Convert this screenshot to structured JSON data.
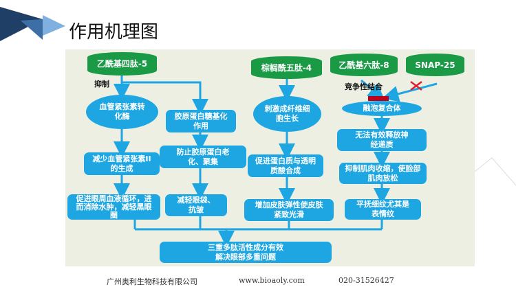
{
  "title": "作用机理图",
  "flow": {
    "p1": "乙酰基四肽-5",
    "inhibit": "抑制",
    "ace": "血管紧张素转化酶",
    "glyc": "胶原蛋白糖基化作用",
    "prevent": "防止胶原蛋白老化、聚集",
    "reduce": "减少血管紧张素II的生成",
    "circ": "促进眼周血液循环，进而消除水肿，减轻黑眼圈",
    "bags": "减轻眼袋、抗皱",
    "p2": "棕榈酰五肽-4",
    "stim": "刺激成纤维细胞生长",
    "synth": "促进蛋白质与透明质酸合成",
    "elastic": "增加皮肤弹性使皮肤紧致光滑",
    "p3": "乙酰基六肽-8",
    "snap": "SNAP-25",
    "compete": "竞争性结合",
    "fusion": "融泡复合体",
    "release": "无法有效释放神经递质",
    "muscle": "抑制肌肉收缩，使脸部肌肉放松",
    "wrinkle": "平抚细纹尤其是表情纹",
    "final": "三重多肽活性成分有效解决眼部多重问题"
  },
  "footer": {
    "company": "广州奥利生物科技有限公司",
    "website": "www.bioaoly.com",
    "phone": "020-31526427"
  },
  "colors": {
    "green": "#1a9a45",
    "blue": "#1da6e2",
    "red": "#c0001a"
  }
}
